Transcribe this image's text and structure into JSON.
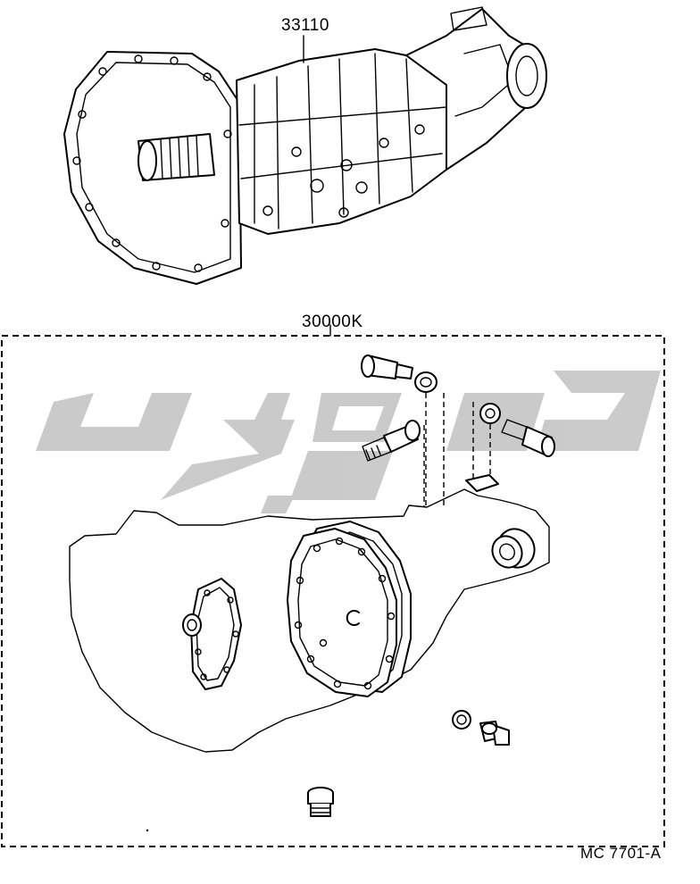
{
  "diagram": {
    "part_numbers": {
      "transmission_assembly": "33110",
      "gasket_kit": "30000K"
    },
    "figure_code": "MC 7701-A",
    "watermark_color": "#c8c8c8",
    "ink_color": "#000000"
  }
}
